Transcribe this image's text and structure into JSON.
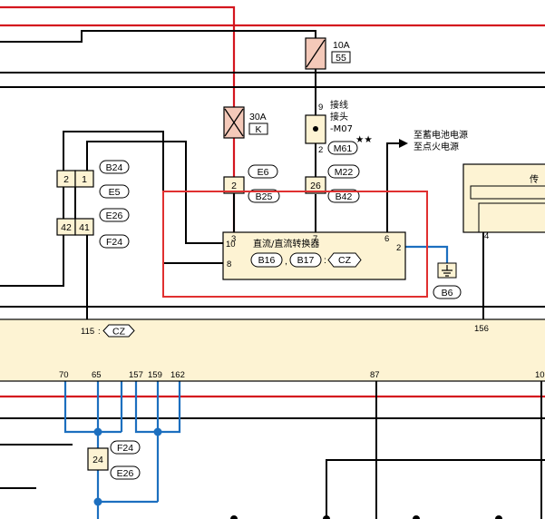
{
  "fuses": {
    "fuse_10a": {
      "rating": "10A",
      "number": "55"
    },
    "fuse_30a": {
      "rating": "30A",
      "number": "K"
    }
  },
  "splice": {
    "pin_top": "9",
    "pin_bottom": "2",
    "line1": "接线",
    "line2": "接头",
    "line3": "-M07",
    "connector": "M61",
    "stars": "★★"
  },
  "power_note": {
    "line1": "至蓄电池电源",
    "line2": "至点火电源"
  },
  "left_connectors": {
    "row1_pin_a": "2",
    "row1_pin_b": "1",
    "row1_tag_top": "B24",
    "row1_tag_bottom": "E5",
    "row2_pin_a": "42",
    "row2_pin_b": "41",
    "row2_tag_top": "E26",
    "row2_tag_bottom": "F24"
  },
  "mid_connectors": {
    "pin_left": "2",
    "tag_left_top": "E6",
    "tag_left_bottom": "B25",
    "pin_right": "26",
    "tag_right_top": "M22",
    "tag_right_bottom": "B42"
  },
  "converter": {
    "title": "直流/直流转换器",
    "conn1": "B16",
    "conn2": "B17",
    "conn3": "CZ",
    "pin_3": "3",
    "pin_10": "10",
    "pin_8": "8",
    "pin_7": "7",
    "pin_6": "6",
    "pin_2": "2"
  },
  "ground": {
    "tag": "B6"
  },
  "right_box": {
    "title": "传",
    "pin": "4"
  },
  "bus": {
    "connector_pin": "115",
    "connector": "CZ",
    "pin_156": "156",
    "pins": [
      "70",
      "65",
      "157",
      "159",
      "162",
      "87",
      "10"
    ]
  },
  "bottom_connector": {
    "pin": "24",
    "tag_top": "F24",
    "tag_bottom": "E26"
  },
  "colors": {
    "red_wire": "#d4161f",
    "blue_wire": "#1c6fbf",
    "highlight": "#e03030",
    "bus_fill": "#fdf3d3",
    "fuse_fill": "#f4c9b9",
    "box_fill": "#fdf3d3"
  }
}
